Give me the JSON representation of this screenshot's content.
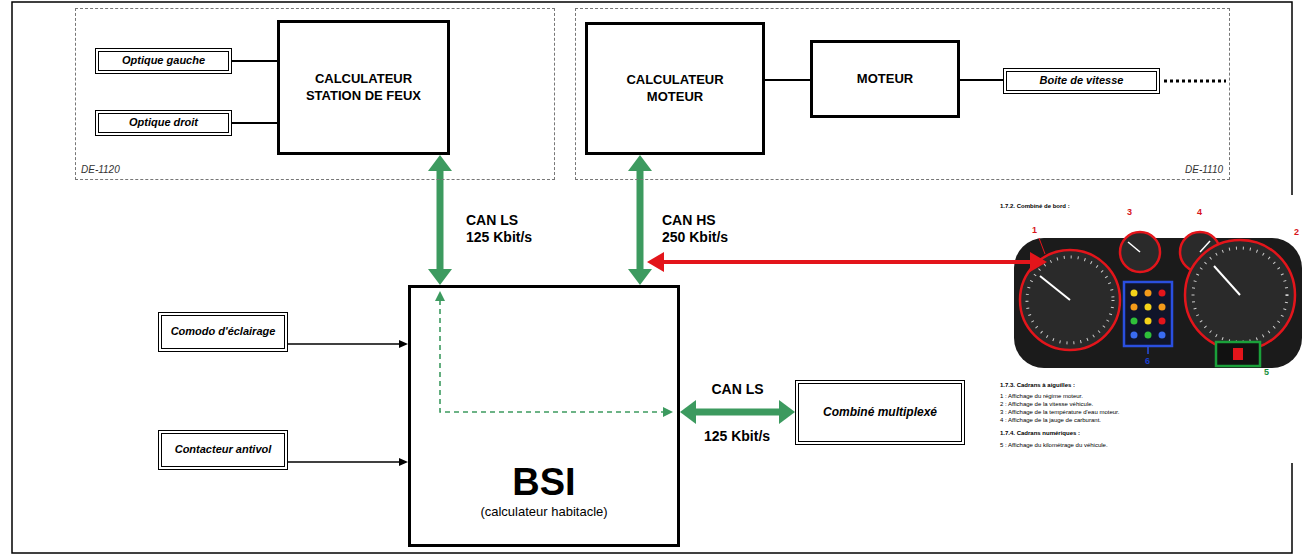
{
  "diagram": {
    "nodes": [
      {
        "text": [
          "DE-1120"
        ]
      },
      {
        "text": [
          "Optique gauche"
        ],
        "in": 0
      },
      {
        "text": [
          "Optique droit"
        ],
        "in": 0
      },
      {
        "text": [
          "CALCULATEUR STATION DE FEUX"
        ],
        "in": 0
      },
      {
        "text": [
          "DE-1110"
        ]
      },
      {
        "text": [
          "CALCULATEUR MOTEUR"
        ],
        "in": 4
      },
      {
        "text": [
          "MOTEUR"
        ],
        "in": 4
      },
      {
        "text": [
          "Boite de vitesse"
        ],
        "in": 4
      },
      {
        "text": [
          "Comodo d'éclairage"
        ]
      },
      {
        "text": [
          "Contacteur antivol"
        ]
      },
      {
        "text": [
          "BSI",
          "(calculateur habitacle)"
        ]
      },
      {
        "text": [
          "Combiné multiplexé"
        ]
      }
    ],
    "edges": [
      {
        "from": 1,
        "to": 3,
        "arrow": "none"
      },
      {
        "from": 2,
        "to": 3,
        "arrow": "none"
      },
      {
        "from": 5,
        "to": 6,
        "arrow": "none"
      },
      {
        "from": 6,
        "to": 7,
        "arrow": "none"
      },
      {
        "from": 3,
        "to": 10,
        "arrow": "both",
        "label": "CAN LS 125 Kbit/s"
      },
      {
        "from": 5,
        "to": 10,
        "arrow": "both",
        "label": "CAN HS 250 Kbit/s"
      },
      {
        "from": 8,
        "to": 10,
        "arrow": "to"
      },
      {
        "from": 9,
        "to": 10,
        "arrow": "to"
      },
      {
        "from": 10,
        "to": 11,
        "arrow": "both",
        "label": "CAN LS"
      }
    ],
    "labels": [
      "125 Kbit/s",
      "1.7.2. Combiné de bord :",
      "1",
      "3",
      "4",
      "2",
      "6",
      "5",
      "1.7.3. Cadrans à aiguilles :",
      "1 : Affichage du régime moteur.",
      "2 : Affichage de la vitesse véhicule.",
      "3 : Affichage de la température d'eau moteur.",
      "4 : Affichage de la jauge de carburant.",
      "1.7.4. Cadrans numériques :",
      "5 : Affichage du kilométrage du véhicule."
    ]
  }
}
